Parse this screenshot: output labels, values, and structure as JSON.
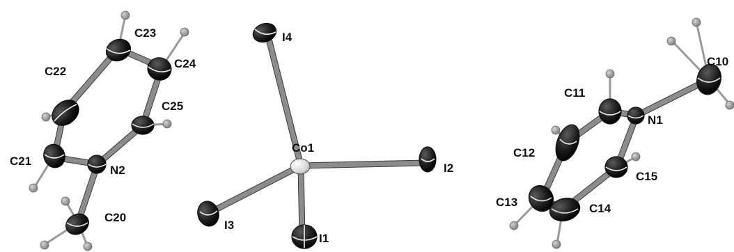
{
  "figure": {
    "anion_labels": {
      "co": "Co1",
      "i1": "I1",
      "i2": "I2",
      "i3": "I3",
      "i4": "I4"
    },
    "left_cation_labels": {
      "n2": "N2",
      "c20": "C20",
      "c21": "C21",
      "c22": "C22",
      "c23": "C23",
      "c24": "C24",
      "c25": "C25"
    },
    "right_cation_labels": {
      "n1": "N1",
      "c10": "C10",
      "c11": "C11",
      "c12": "C12",
      "c13": "C13",
      "c14": "C14",
      "c15": "C15"
    },
    "colors": {
      "bond": "#8c8c8c",
      "atom_dark": "#1a1a1a",
      "cobalt": "#d8d8d8",
      "hydrogen": "#9a9a9a"
    }
  }
}
